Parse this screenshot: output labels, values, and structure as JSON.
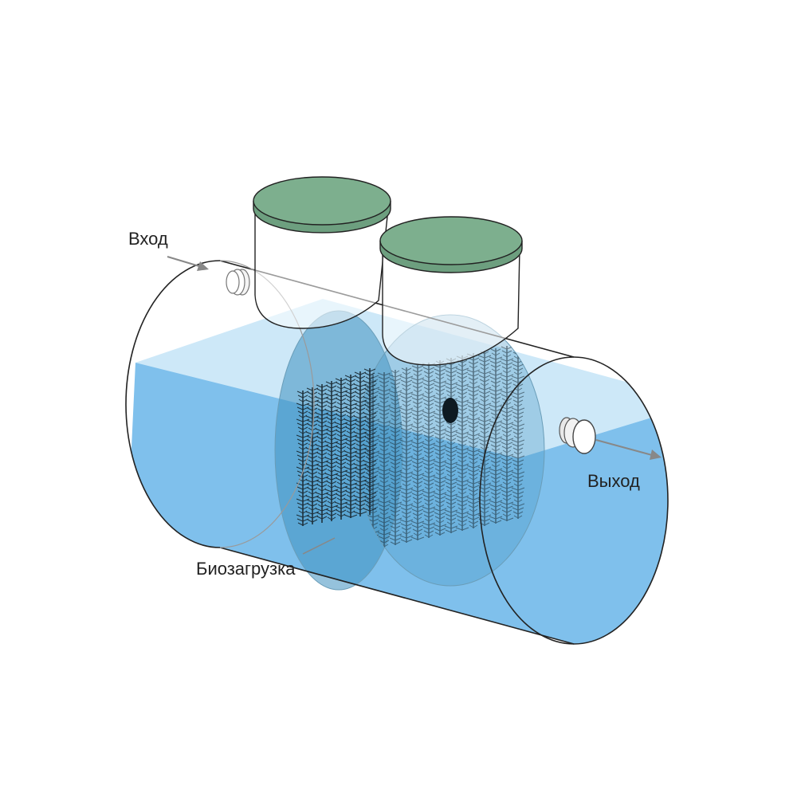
{
  "labels": {
    "inlet": "Вход",
    "outlet": "Выход",
    "bioload": "Биозагрузка"
  },
  "colors": {
    "water": "#7fc0ec",
    "water_light": "#cde8f8",
    "lid": "#7daf8e",
    "outline": "#222222",
    "arrow": "#888888",
    "bioload": "#1b2a33"
  }
}
